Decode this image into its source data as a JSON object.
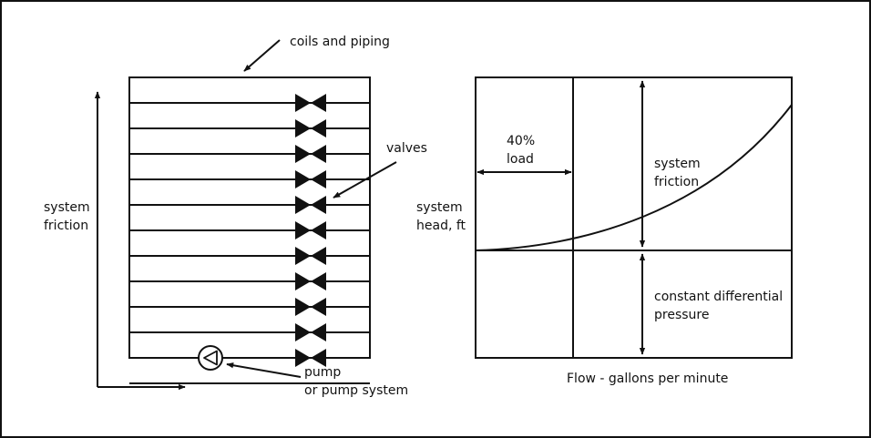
{
  "left_diagram": {
    "coils_label": "coils and piping",
    "valves_label": "valves",
    "friction_label_line1": "system",
    "friction_label_line2": "friction",
    "pump_label_line1": "pump",
    "pump_label_line2": "or pump system",
    "coil_rows": 12
  },
  "right_diagram": {
    "load_label_line1": "40%",
    "load_label_line2": "load",
    "friction_label_line1": "system",
    "friction_label_line2": "friction",
    "ylabel_line1": "system",
    "ylabel_line2": "head, ft",
    "pressure_label_line1": "constant differential",
    "pressure_label_line2": "pressure",
    "xlabel": "Flow - gallons per minute"
  },
  "colors": {
    "line": "#111111",
    "background": "#ffffff"
  }
}
